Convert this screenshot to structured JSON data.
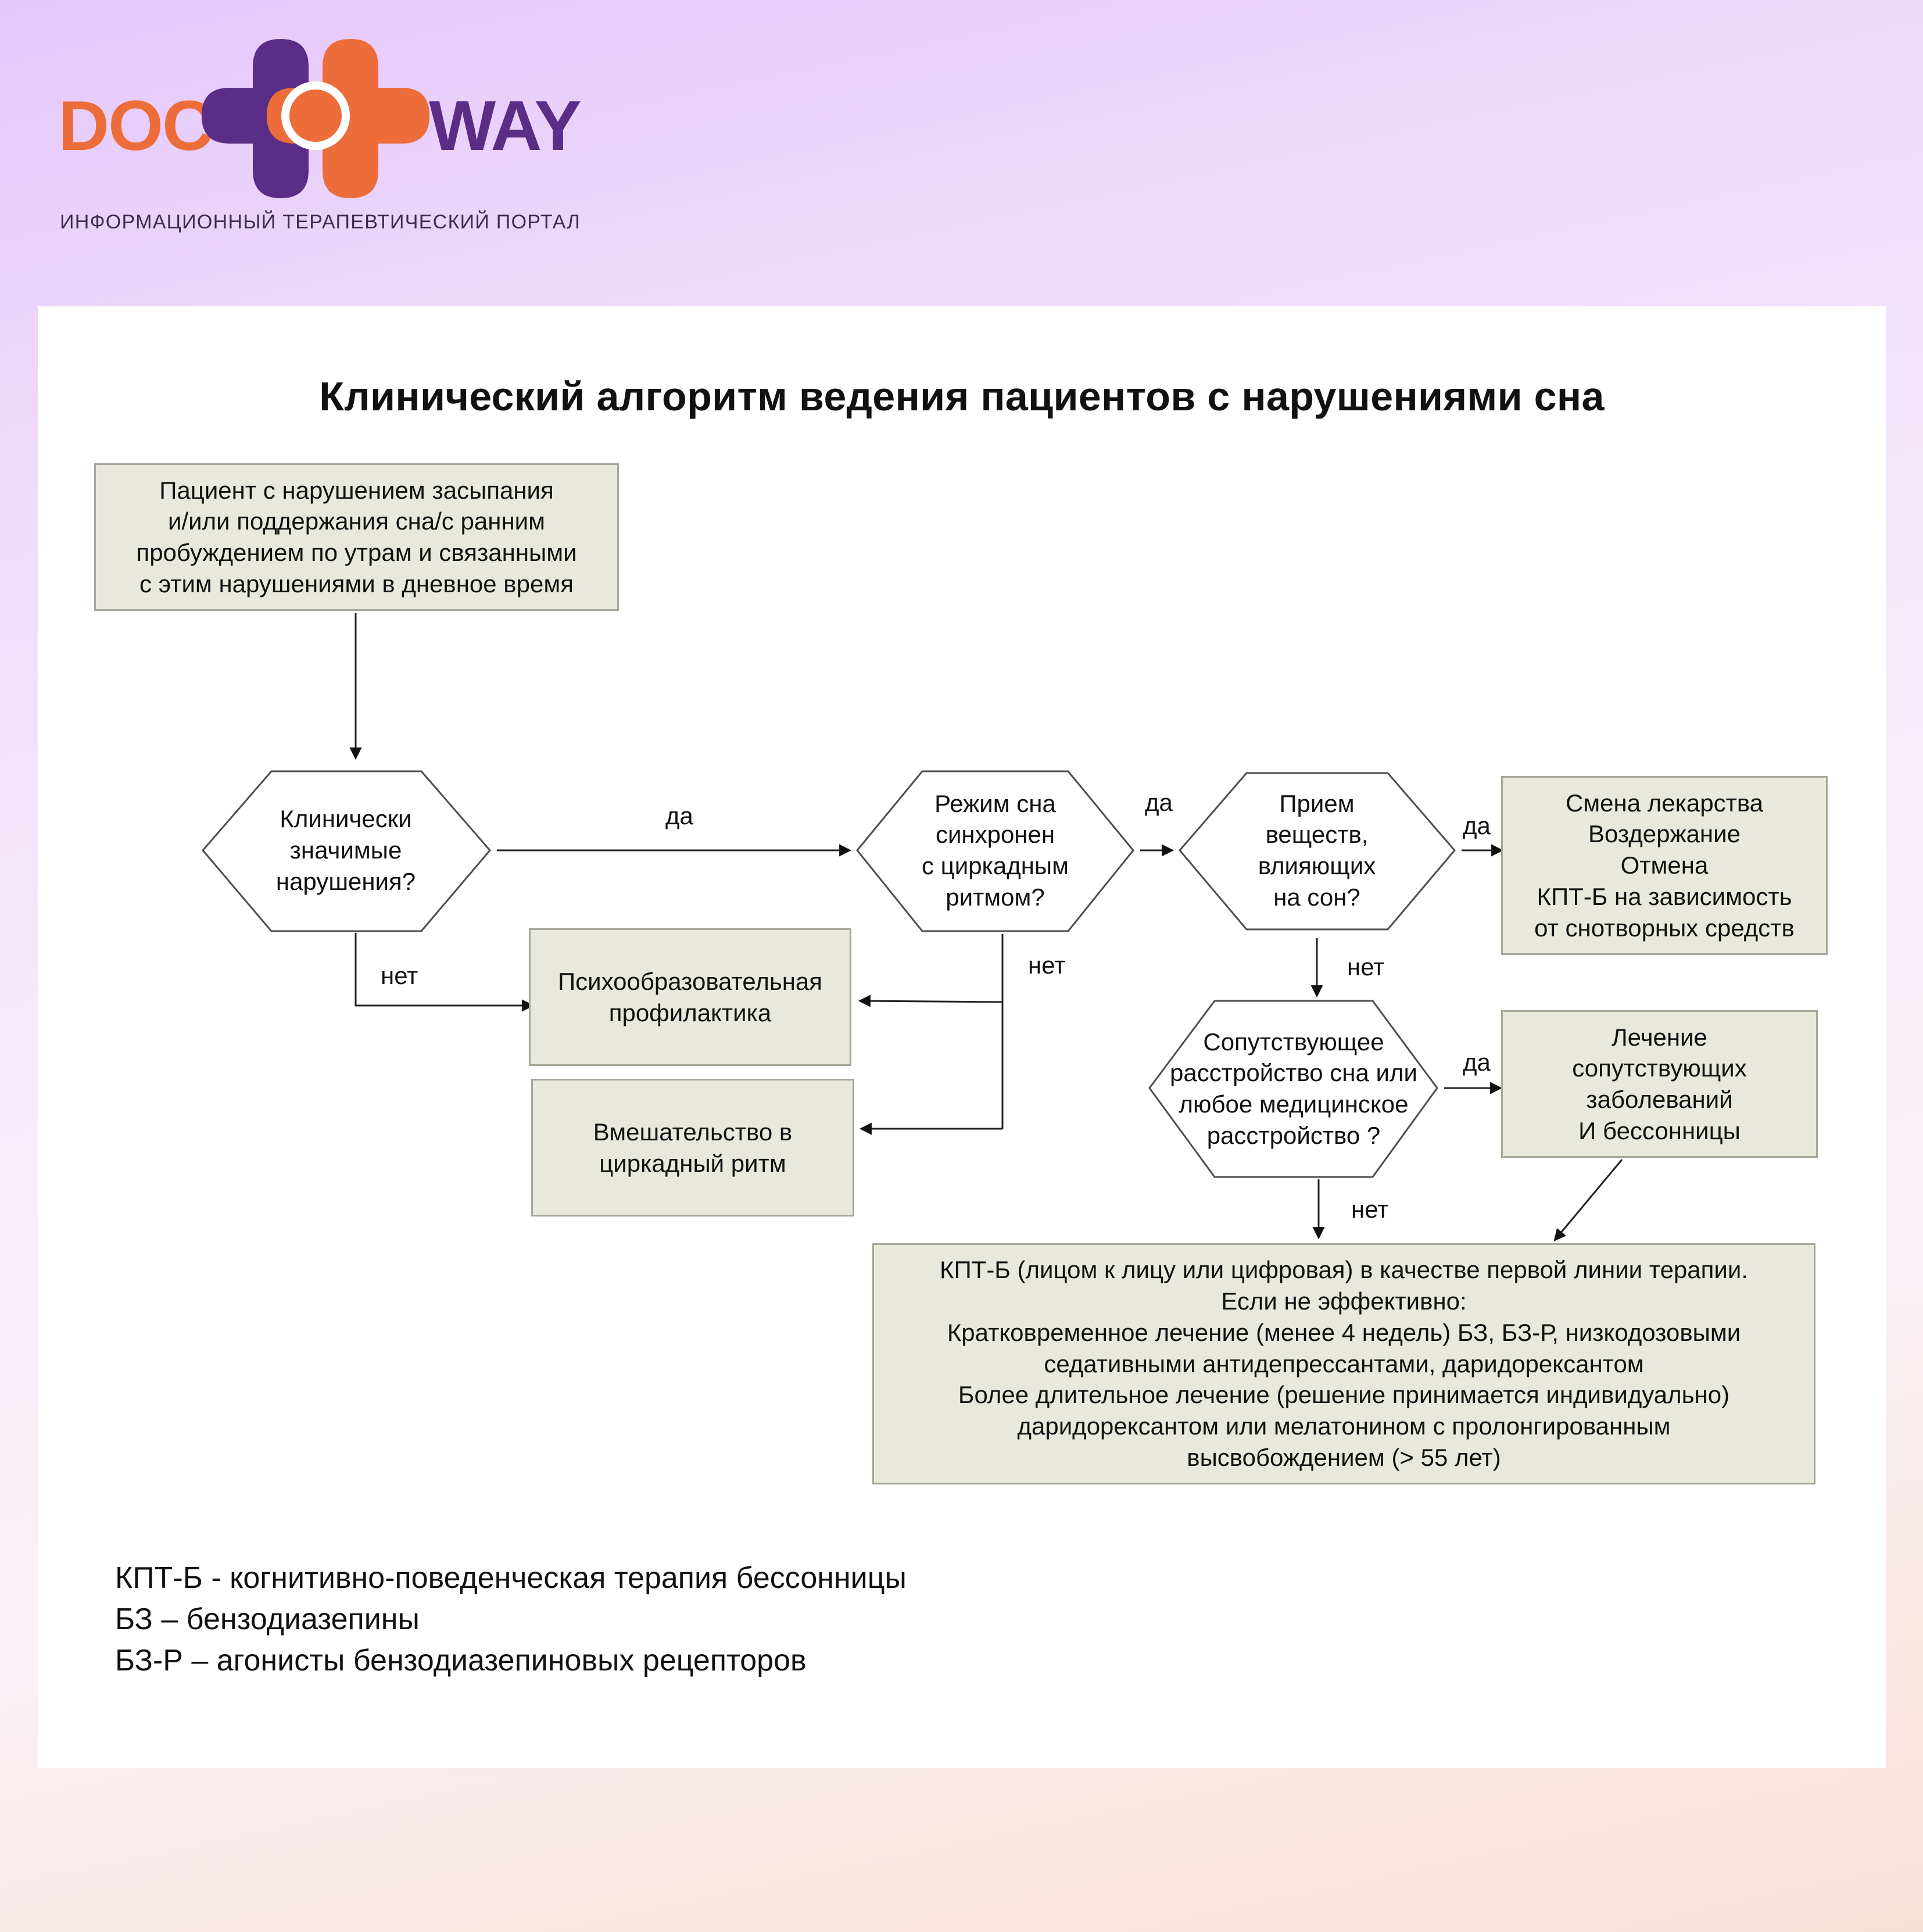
{
  "brand": {
    "word_left": "DOC",
    "word_right": "WAY",
    "tagline": "ИНФОРМАЦИОННЫЙ ТЕРАПЕВТИЧЕСКИЙ ПОРТАЛ",
    "colors": {
      "orange": "#ec6d3a",
      "purple": "#5a2d86"
    }
  },
  "diagram": {
    "title": "Клинический алгоритм ведения пациентов с нарушениями сна",
    "nodes": {
      "start": "Пациент с нарушением засыпания\nи/или поддержания сна/с ранним\nпробуждением по утрам и связанными\nс этим нарушениями в дневное время",
      "q_clinical": "Клинически\nзначимые\nнарушения?",
      "q_rhythm": "Режим сна\nсинхронен\nс циркадным\nритмом?",
      "q_substances": "Прием\nвеществ,\nвлияющих\nна сон?",
      "q_comorbid": "Сопутствующее\nрасстройство сна или\nлюбое медицинское\nрасстройство ?",
      "psychoeducation": "Психообразовательная\nпрофилактика",
      "circadian": "Вмешательство в\nциркадный ритм",
      "drug_change": "Смена лекарства\nВоздержание\nОтмена\nКПТ-Б на зависимость\nот снотворных средств",
      "comorbid_treatment": "Лечение\nсопутствующих\nзаболеваний\nИ бессонницы",
      "cbt": "КПТ-Б (лицом к лицу или цифровая) в качестве первой линии терапии.\nЕсли не эффективно:\nКратковременное лечение (менее 4 недель) БЗ, БЗ-Р, низкодозовыми\nседативными антидепрессантами, даридорексантом\nБолее длительное лечение (решение принимается индивидуально)\nдаридорексантом или мелатонином с пролонгированным\nвысвобождением (> 55 лет)"
    },
    "edge_labels": {
      "clinical_yes": "да",
      "clinical_no": "нет",
      "rhythm_yes": "да",
      "rhythm_no": "нет",
      "substances_yes": "да",
      "substances_no": "нет",
      "comorbid_yes": "да",
      "comorbid_no": "нет"
    }
  },
  "legend": [
    "КПТ-Б - когнитивно-поведенческая терапия бессонницы",
    "БЗ – бензодиазепины",
    "БЗ-Р – агонисты бензодиазепиновых рецепторов"
  ]
}
